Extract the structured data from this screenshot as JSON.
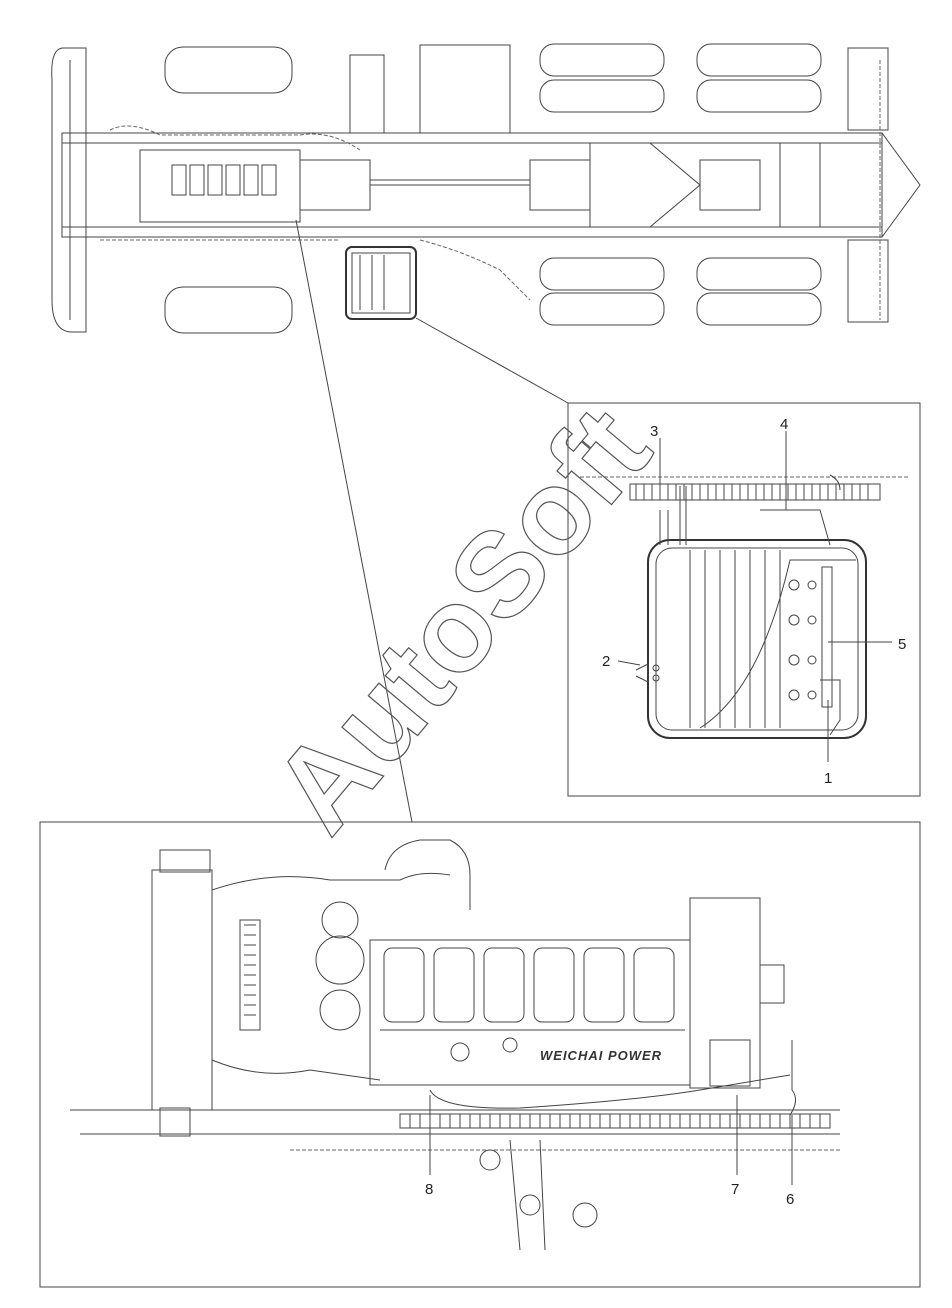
{
  "watermark": "AutoSoft",
  "engine_label": "WEICHAI POWER",
  "detail_callouts": [
    "1",
    "2",
    "3",
    "4",
    "5"
  ],
  "engine_callouts": [
    "6",
    "7",
    "8"
  ]
}
